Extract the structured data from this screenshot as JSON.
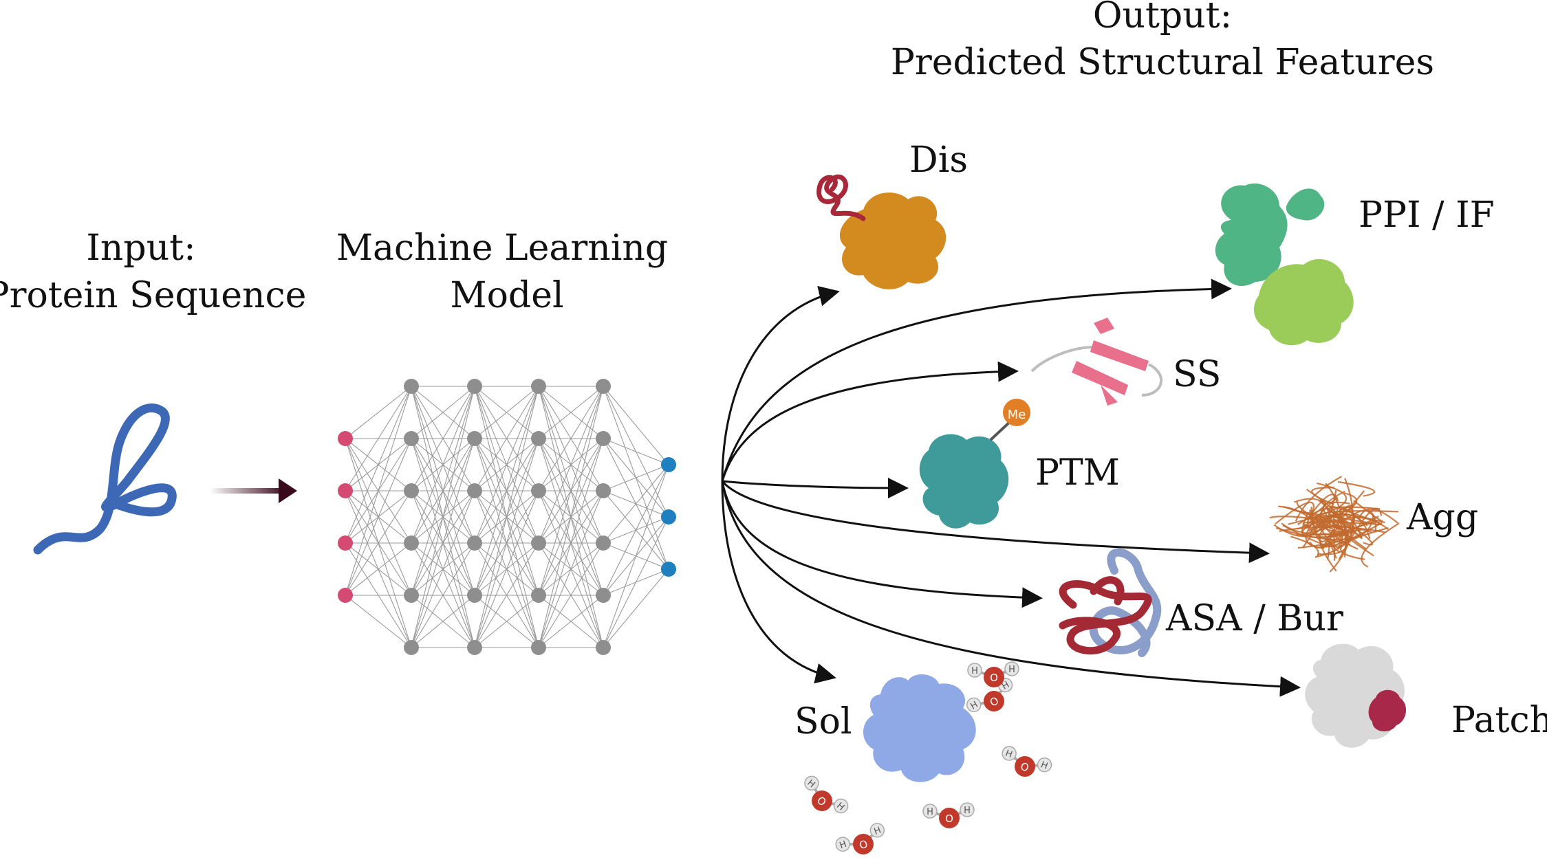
{
  "input": {
    "line1": "Input:",
    "line2": "Protein Sequence"
  },
  "model": {
    "line1": "Machine Learning",
    "line2": "Model"
  },
  "output": {
    "line1": "Output:",
    "line2": "Predicted Structural Features"
  },
  "network": {
    "layers": [
      4,
      6,
      6,
      6,
      6,
      3
    ],
    "input_color": "#d44a72",
    "hidden_color": "#8e8e8e",
    "output_color": "#1f7fbf"
  },
  "features": {
    "dis": "Dis",
    "ppi": "PPI / IF",
    "ss": "SS",
    "ptm": "PTM",
    "ptm_badge": "Me",
    "agg": "Agg",
    "asa": "ASA / Bur",
    "sol": "Sol",
    "patch": "Patch",
    "water_o": "O",
    "water_h": "H"
  },
  "colors": {
    "sequence": "#3d68b5",
    "dis": "#d38b1f",
    "dis_tail": "#a8283a",
    "ppi_a": "#4fb585",
    "ppi_b": "#9bcc5a",
    "ss": "#e8708c",
    "ptm": "#3f9b9a",
    "ptm_badge": "#e07f25",
    "agg": "#c26a2e",
    "asa_a": "#a32a35",
    "asa_b": "#8b9dc9",
    "sol": "#8fa8e6",
    "patch": "#d9d9d9",
    "patch_spot": "#a8284a",
    "water_o": "#c0392b"
  }
}
